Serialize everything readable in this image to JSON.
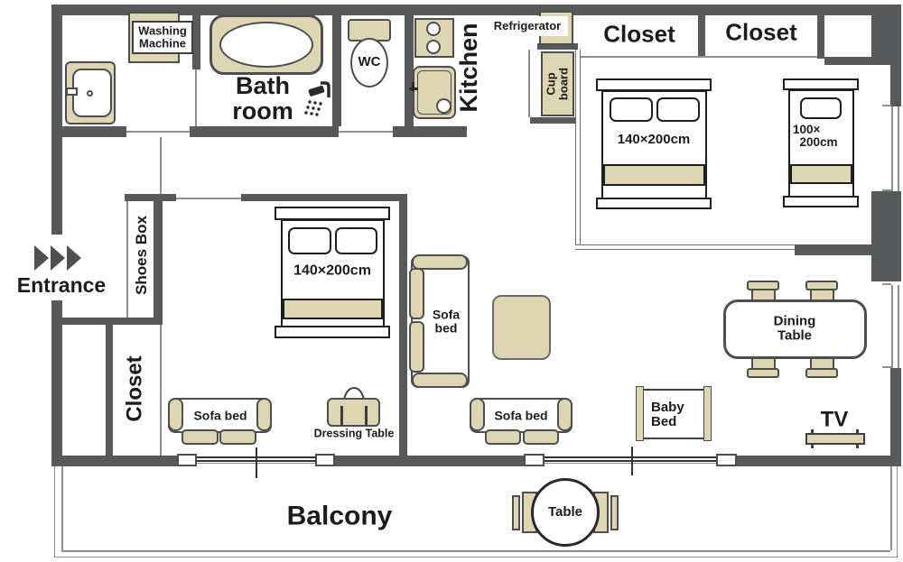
{
  "colors": {
    "wall": "#58595b",
    "furniture_fill": "#ded5b2",
    "outline": "#4d4e50",
    "text": "#1c1c1e"
  },
  "labels": {
    "entrance": "Entrance",
    "shoes_box": "Shoes Box",
    "closet_hall": "Closet",
    "closet_a": "Closet",
    "closet_b": "Closet",
    "washing_machine": "Washing\nMachine",
    "bath_room": "Bath\nroom",
    "wc": "WC",
    "kitchen": "Kitchen",
    "refrigerator": "Refrigerator",
    "cup_board": "Cup\nboard",
    "bed_double_size": "140×200cm",
    "bed_single_size": "100×\n  200cm",
    "sofa_bed": "Sofa bed",
    "sofa_bed_stacked": "Sofa\nbed",
    "dressing_table": "Dressing Table",
    "dining_table": "Dining\nTable",
    "baby_bed": "Baby\nBed",
    "tv": "TV",
    "table": "Table",
    "balcony": "Balcony"
  }
}
